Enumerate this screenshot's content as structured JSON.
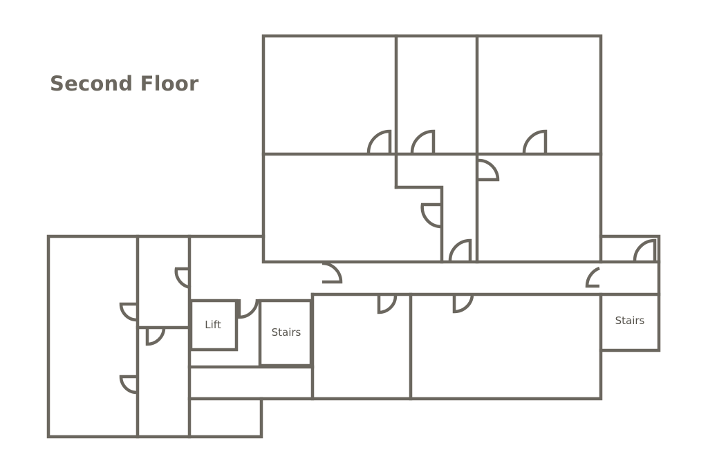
{
  "title": "Second Floor",
  "labels": {
    "lift": "Lift",
    "stairs_center": "Stairs",
    "stairs_right": "Stairs"
  },
  "colors": {
    "wall": "#6b675f",
    "label": "#55524b",
    "background": "#ffffff"
  }
}
